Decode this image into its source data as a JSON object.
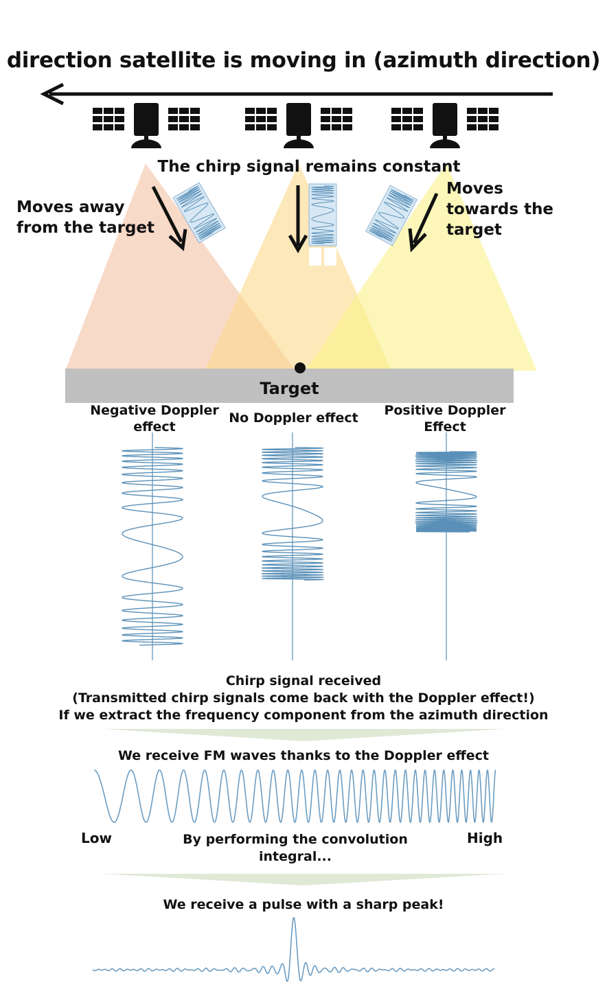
{
  "title": "direction satellite is moving in (azimuth direction)",
  "chirp_constant": "The chirp signal remains constant",
  "moves_away": [
    "Moves away",
    "from the target"
  ],
  "moves_towards": [
    "Moves",
    "towards the",
    "target"
  ],
  "target": "Target",
  "doppler": {
    "negative": [
      "Negative Doppler",
      "effect"
    ],
    "none": "No Doppler effect",
    "positive": [
      "Positive Doppler",
      "Effect"
    ]
  },
  "received": [
    "Chirp signal received",
    "(Transmitted chirp signals come back with the Doppler effect!)",
    "If we extract the frequency component from the azimuth direction"
  ],
  "fm_waves": "We receive FM waves thanks to the Doppler effect",
  "low": "Low",
  "high": "High",
  "convolution": [
    "By performing the convolution",
    "integral..."
  ],
  "pulse": "We receive a pulse with a sharp peak!",
  "colors": {
    "beam_left": "#f6cdb5",
    "beam_center": "#fbd98c",
    "beam_right": "#faf28a",
    "ground": "#c0c0c0",
    "wave": "#5a90b8",
    "divider": "#dfe9d6"
  }
}
